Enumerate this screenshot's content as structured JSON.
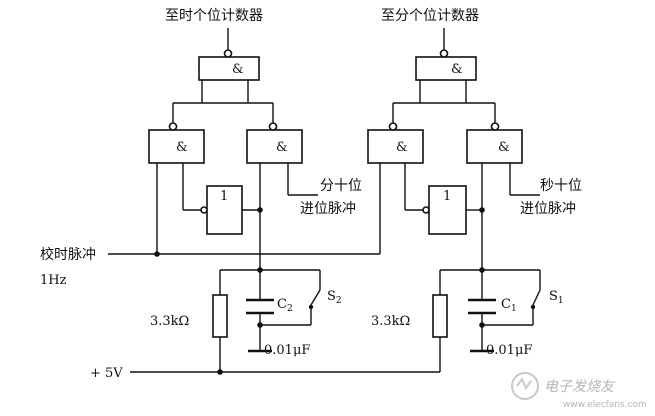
{
  "labels": {
    "hour_counter": "至时个位计数器",
    "minute_counter": "至分个位计数器",
    "minute_tens_carry_line1": "分十位",
    "minute_tens_carry_line2": "进位脉冲",
    "second_tens_carry_line1": "秒十位",
    "second_tens_carry_line2": "进位脉冲",
    "calibrate_pulse": "校时脉冲",
    "freq": "1Hz",
    "supply": "+ 5V"
  },
  "gates": {
    "and_symbol": "&",
    "inverter_symbol": "1"
  },
  "components": {
    "resistor_left": "3.3kΩ",
    "resistor_right": "3.3kΩ",
    "cap_left_main": "C",
    "cap_left_sub": "2",
    "cap_right_main": "C",
    "cap_right_sub": "1",
    "switch_left_main": "S",
    "switch_left_sub": "2",
    "switch_right_main": "S",
    "switch_right_sub": "1",
    "cap_value_left": "0.01μF",
    "cap_value_right": "0.01μF"
  },
  "watermark": {
    "text": "电子发烧友",
    "url": "www.elecfans.com"
  }
}
